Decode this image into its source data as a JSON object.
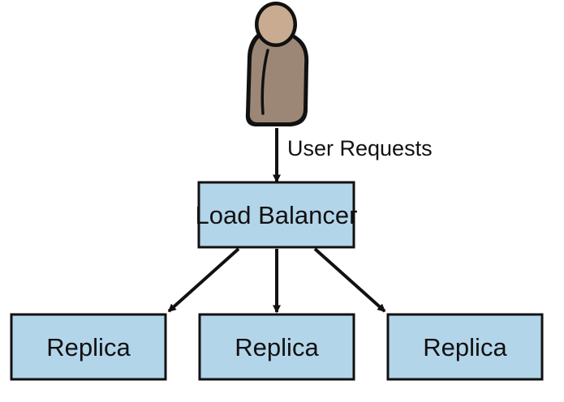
{
  "diagram": {
    "user": {
      "icon": "user-icon",
      "edge_label": "User Requests"
    },
    "load_balancer": {
      "label": "Load Balancer"
    },
    "replicas": [
      {
        "label": "Replica"
      },
      {
        "label": "Replica"
      },
      {
        "label": "Replica"
      }
    ],
    "colors": {
      "box_fill": "#b3d5ea",
      "box_stroke": "#111111",
      "user_fill": "#9c8776",
      "user_head": "#c8ab91",
      "user_outline": "#111111",
      "arrow": "#111111"
    }
  }
}
